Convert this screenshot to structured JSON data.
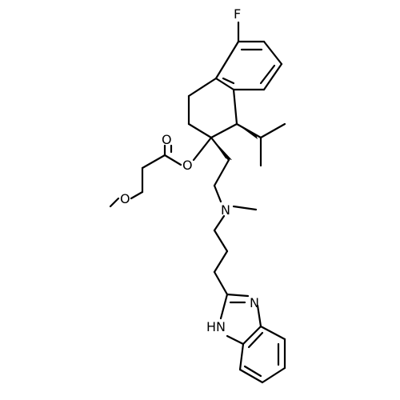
{
  "molecule": {
    "atoms": {
      "fluorine": "F",
      "ester_oxygen": "O",
      "carbonyl_oxygen": "O",
      "ether_oxygen": "O",
      "amine_nitrogen": "N",
      "imidazole_nitrogen": "N",
      "imidazole_nh": "H",
      "imidazole_nh_n": "N"
    }
  },
  "colors": {
    "bond": "#000000",
    "label": "#000000",
    "background": "#ffffff"
  }
}
